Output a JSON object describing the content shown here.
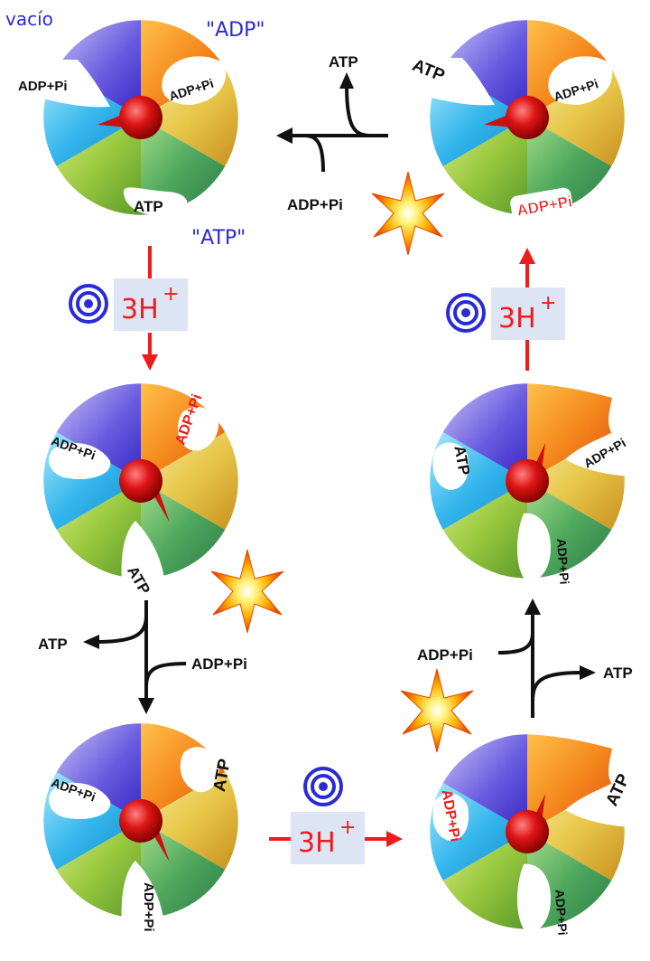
{
  "labels": {
    "empty": "vacío",
    "adp_state": "\"ADP\"",
    "atp_state": "\"ATP\"",
    "adp_pi": "ADP+Pi",
    "atp": "ATP",
    "proton_count": "3H",
    "proton_sup": "+"
  },
  "colors": {
    "blue": "#4d3fd6",
    "orange": "#f07818",
    "yellow": "#e8c43c",
    "dark_green": "#3f9a4f",
    "light_green": "#8cc23a",
    "cyan": "#2cb0e8",
    "rotor": "#cc1010",
    "arrow_red": "#ee1c1c",
    "arrow_black": "#111111",
    "label_blue": "#2a2ad8",
    "proton_box": "#dde4f4"
  }
}
